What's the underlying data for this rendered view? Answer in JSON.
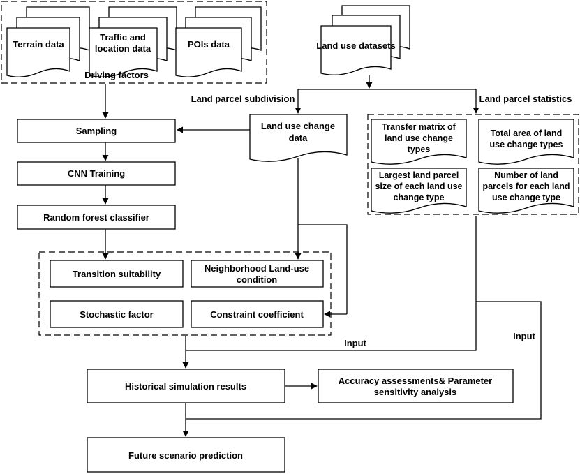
{
  "driving_factors": {
    "group_label": "Driving factors",
    "terrain": "Terrain data",
    "traffic_line1": "Traffic and",
    "traffic_line2": "location data",
    "pois": "POIs data"
  },
  "land_use_datasets": "Land use datasets",
  "edge_labels": {
    "land_parcel_subdivision": "Land parcel subdivision",
    "land_parcel_statistics": "Land parcel statistics",
    "input_left": "Input",
    "input_right": "Input"
  },
  "land_use_change_data": {
    "line1": "Land use change",
    "line2": "data"
  },
  "statistics": {
    "transfer_matrix": [
      "Transfer matrix of",
      "land use change",
      "types"
    ],
    "total_area": [
      "Total area of  land",
      "use change types"
    ],
    "largest_parcel": [
      "Largest land parcel",
      "size of each land use",
      "change type"
    ],
    "number_parcels": [
      "Number of land",
      "parcels for each land",
      "use change type"
    ]
  },
  "process": {
    "sampling": "Sampling",
    "cnn_training": "CNN Training",
    "random_forest": "Random forest classifier"
  },
  "factors": {
    "transition_suitability": "Transition suitability",
    "neighborhood_line1": "Neighborhood Land-use",
    "neighborhood_line2": "condition",
    "stochastic": "Stochastic factor",
    "constraint": "Constraint coefficient"
  },
  "historical_results": "Historical simulation results",
  "accuracy": {
    "line1": "Accuracy assessments& Parameter",
    "line2": "sensitivity analysis"
  },
  "future_prediction": "Future scenario prediction"
}
